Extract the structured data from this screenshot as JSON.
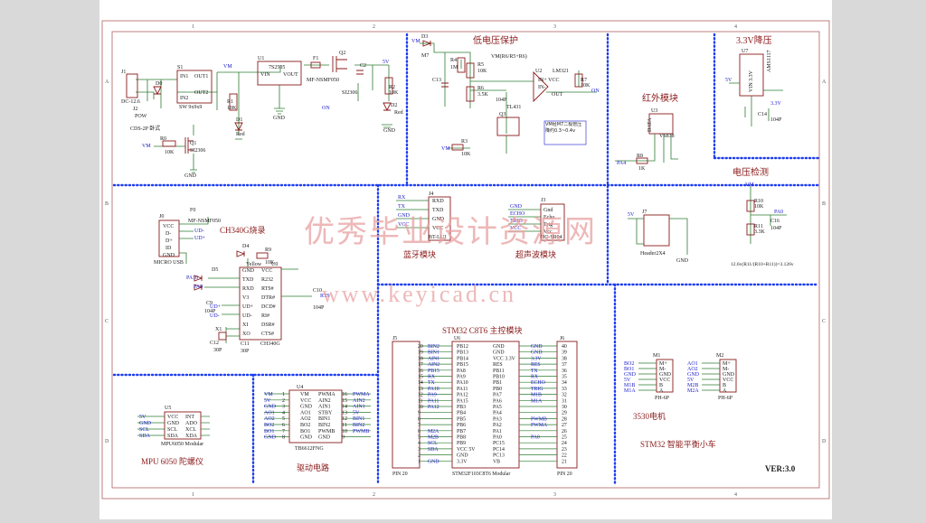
{
  "frame": {
    "top_cols": [
      "1",
      "2",
      "3",
      "4"
    ],
    "bottom_cols": [
      "1",
      "2",
      "3",
      "4"
    ],
    "rows": [
      "A",
      "B",
      "C",
      "D"
    ]
  },
  "titles": {
    "low_voltage": "低电压保护",
    "reg33": "3.3V降压",
    "infrared": "红外模块",
    "voltage_detect": "电压检测",
    "ch340": "CH340G烧录",
    "bluetooth": "蓝牙模块",
    "ultrasonic": "超声波模块",
    "stm32": "STM32 C8T6 主控模块",
    "motor": "3530电机",
    "project": "STM32 智能平衡小车",
    "mpu": "MPU 6050 陀螺仪",
    "driver": "驱动电路",
    "version": "VER:3.0"
  },
  "watermark": {
    "line1": "优秀毕业设计资源网",
    "line2": "www.keyicad.cn"
  },
  "labels": {
    "J1": "J1",
    "dc": "DC-12.6",
    "J2": "J2",
    "pow": "POW",
    "cds": "CDS-2P 卧式",
    "S1": "S1",
    "in1": "IN1",
    "in2": "IN2",
    "out1": "OUT1",
    "out2": "OUT2",
    "sw": "SW 9x9x9",
    "D0": "D0",
    "R0": "R0",
    "r0v": "10K",
    "Q1": "Q1",
    "q1v": "SI2306",
    "vm1": "VM",
    "vm2": "VM",
    "R1": "R1",
    "r1v": "10K",
    "D1": "D1",
    "red1": "Red",
    "U1": "U1",
    "u1p": "7S2505",
    "vin": "VIN",
    "vout": "VOUT",
    "gnd": "GND",
    "F1": "F1",
    "fuse": "MF-NSMF050",
    "Q2": "Q2",
    "q2v": "SI2306",
    "C2": "C2",
    "R2": "R2",
    "r2v": "10K",
    "D2": "D2",
    "red2": "Red",
    "v5a": "5V",
    "on": "ON",
    "D3": "D3",
    "m7": "M7",
    "R4": "R4",
    "r4v": "1M",
    "R5": "R5",
    "r5v": "10K",
    "R6": "R6",
    "r6v": "3.5K",
    "C13": "C13",
    "c13v": "104P",
    "vmr": "VM(R6/R5+R6)",
    "U2": "U2",
    "lm": "LM321",
    "inp": "IN+ VCC",
    "inm": "IN-",
    "out": "OUT",
    "R7": "R7",
    "r7v": "10K",
    "onr": "ON",
    "Q3": "Q3",
    "tl": "TL431",
    "R3": "R3",
    "r3v": "10K",
    "vm3": "VM",
    "note": "VM经M7二极管压降约0.3~0.4v",
    "U3": "U3",
    "data": "DATA",
    "vs": "VS838",
    "R8": "R8",
    "r8v": "1K",
    "pa4": "PA4",
    "U7": "U7",
    "ams": "AMS1117",
    "vin3": "VIN 3.3V",
    "C14": "C14",
    "c14v": "104P",
    "v5b": "5V",
    "v33": "3.3V",
    "R10": "R10",
    "r10v": "10K",
    "R11": "R11",
    "r11v": "3.3K",
    "pa0": "PA0",
    "C16": "C16",
    "c16v": "104P",
    "vcalc": "12.6v(R11/(R10+R11))=3.126v",
    "J0": "J0",
    "usb": "MICRO USB",
    "pins_usb": [
      "VCC",
      "D-",
      "D+",
      "ID",
      "GND"
    ],
    "F0": "F0",
    "mf": "MF-NSMF050",
    "udm": "UD-",
    "udp": "UD+",
    "D4": "D4",
    "yellow": "Yellow",
    "D5": "D5",
    "pa10": "PA10",
    "pa9": "PA9",
    "U0": "U0",
    "ch": "CH340G",
    "R9": "R9",
    "r9v": "10K",
    "C10": "C10",
    "c10v": "104P",
    "rts": "RTS",
    "u0_left": [
      "GND",
      "TXD",
      "RXD",
      "V3",
      "UD+",
      "UD-",
      "XI",
      "XO"
    ],
    "u0_right": [
      "VCC",
      "R232",
      "RTS#",
      "DTR#",
      "DCD#",
      "RI#",
      "DSR#",
      "CTS#"
    ],
    "C9": "C9",
    "c9v": "104P",
    "X1": "X1",
    "C12": "C12",
    "c12v": "30P",
    "C11": "C11",
    "c11v": "30P",
    "J4": "J4",
    "bt_left": [
      "RX",
      "TX",
      "GND",
      "VCC"
    ],
    "bt_right": [
      "RXD",
      "TXD",
      "GND",
      "VCC"
    ],
    "bt_sub": "BT-LU1",
    "J3": "J3",
    "us_left": [
      "GND",
      "ECHO",
      "TRIG",
      "VCC"
    ],
    "us_right": [
      "Gnd",
      "Echo",
      "Trig",
      "Vcc"
    ],
    "us_sub": "HC-SR04",
    "J7": "J7",
    "header": "Header2X4",
    "v5c": "5V",
    "J5": "J5",
    "J6": "J6",
    "U6": "U6",
    "pin20": "PIN 20",
    "mcu_left": [
      "BIN2",
      "BIN1",
      "AIN1",
      "AIN2",
      "PB15",
      "RX",
      "TX",
      "PA10",
      "PA9",
      "PA11",
      "PA12",
      "",
      "",
      "",
      "M2A",
      "M2B",
      "SCL",
      "SDA",
      "",
      "GND",
      "3.3V",
      ""
    ],
    "mcu_left_no": [
      "20",
      "19",
      "18",
      "17",
      "16",
      "15",
      "14",
      "13",
      "12",
      "11",
      "10",
      "9",
      "8",
      "7",
      "6",
      "5",
      "4",
      "3",
      "2",
      "1",
      "",
      ""
    ],
    "mcu_pins_l": [
      "PB12",
      "PB13",
      "PB14",
      "PB15",
      "PA8",
      "PA9",
      "PA10",
      "PA11",
      "PA12",
      "PA15",
      "PB3",
      "PB4",
      "PB5",
      "PB6",
      "PB7",
      "PB8",
      "PB9",
      "VCC 5V",
      "GND",
      "3.3V"
    ],
    "mcu_pins_r": [
      "GND",
      "GND",
      "VCC 3.3V",
      "RES",
      "PB11",
      "PB10",
      "PB1",
      "PB0",
      "PA7",
      "PA6",
      "PA5",
      "PA4",
      "PA3",
      "PA2",
      "PA1",
      "PA0",
      "PC15",
      "PC14",
      "PC13",
      "VB"
    ],
    "mcu_right": [
      "GND",
      "GND",
      "3.3V",
      "RES",
      "TX",
      "RX",
      "ECHO",
      "TRIG",
      "M1B",
      "M1A",
      "",
      "",
      "PWMB",
      "PWMA",
      "",
      "PA0",
      "",
      "",
      "",
      ""
    ],
    "mcu_right_no": [
      "40",
      "39",
      "38",
      "37",
      "36",
      "35",
      "34",
      "33",
      "32",
      "31",
      "30",
      "29",
      "28",
      "27",
      "26",
      "25",
      "24",
      "23",
      "22",
      "21"
    ],
    "mcu_sub": "STM32F103C8T6 Modular",
    "mcu_vcc": "VCC 3.3V",
    "M1": "M1",
    "m1_left": [
      "BO2",
      "BO1",
      "GND",
      "5V",
      "M1B",
      "M1A"
    ],
    "m_pins": [
      "M+",
      "M-",
      "GND",
      "VCC",
      "B",
      "A"
    ],
    "ph": "PH-6P",
    "M2": "M2",
    "m2_left": [
      "AO1",
      "AO2",
      "GND",
      "5V",
      "M2B",
      "M2A"
    ],
    "U5": "U5",
    "mpu_l": [
      "5V",
      "GND",
      "SCL",
      "SDA"
    ],
    "mpu_pl": [
      "VCC",
      "GND",
      "SCL",
      "SDA"
    ],
    "mpu_pr": [
      "INT",
      "ADO",
      "XCL",
      "XDA"
    ],
    "mpu_sub": "MPU6050 Modular",
    "U4": "U4",
    "tb_l": [
      "VM",
      "5V",
      "GND",
      "AO1",
      "AO2",
      "BO2",
      "BO1",
      "GND"
    ],
    "tb_pl": [
      "VM",
      "VCC",
      "GND",
      "AO1",
      "AO2",
      "BO2",
      "BO1",
      "GND"
    ],
    "tb_pr": [
      "PWMA",
      "AIN2",
      "AIN1",
      "STBY",
      "BIN1",
      "BIN2",
      "PWMB",
      "GND"
    ],
    "tb_r": [
      "PWMA",
      "AIN2",
      "AIN1",
      "5V",
      "BIN1",
      "BIN2",
      "PWMB",
      ""
    ],
    "tb_no_l": [
      "1",
      "2",
      "3",
      "4",
      "5",
      "6",
      "7",
      "8"
    ],
    "tb_no_r": [
      "16",
      "15",
      "14",
      "13",
      "12",
      "11",
      "10",
      "9"
    ],
    "tb_sub": "TB6612FNG"
  },
  "colors": {
    "wire": "#2e7d32",
    "part": "#8b1a1a",
    "label": "#1a1acd",
    "divider": "#1e3ef0",
    "watermark": "#e8a0a0",
    "title": "#8b1a1a"
  }
}
